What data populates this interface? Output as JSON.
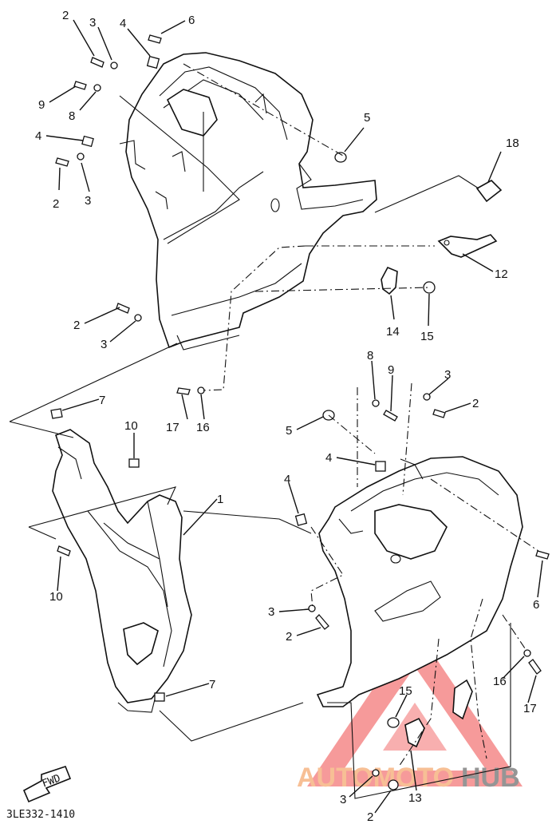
{
  "diagram": {
    "part_code": "3LE332-1410",
    "direction_label": "FWD",
    "watermark": {
      "text_left": "AUTOMOTO",
      "text_right": "HUB",
      "color_left": "#f7b98a",
      "color_right": "#8a8a8a",
      "triangle_color": "#f26b6b"
    },
    "callouts": [
      {
        "id": "c2a",
        "text": "2"
      },
      {
        "id": "c3a",
        "text": "3"
      },
      {
        "id": "c4a",
        "text": "4"
      },
      {
        "id": "c6a",
        "text": "6"
      },
      {
        "id": "c9a",
        "text": "9"
      },
      {
        "id": "c8a",
        "text": "8"
      },
      {
        "id": "c4b",
        "text": "4"
      },
      {
        "id": "c2b",
        "text": "2"
      },
      {
        "id": "c3b",
        "text": "3"
      },
      {
        "id": "c5a",
        "text": "5"
      },
      {
        "id": "c18",
        "text": "18"
      },
      {
        "id": "c12",
        "text": "12"
      },
      {
        "id": "c14",
        "text": "14"
      },
      {
        "id": "c15a",
        "text": "15"
      },
      {
        "id": "c2c",
        "text": "2"
      },
      {
        "id": "c3c",
        "text": "3"
      },
      {
        "id": "c7a",
        "text": "7"
      },
      {
        "id": "c17a",
        "text": "17"
      },
      {
        "id": "c16a",
        "text": "16"
      },
      {
        "id": "c10a",
        "text": "10"
      },
      {
        "id": "c1",
        "text": "1"
      },
      {
        "id": "c10b",
        "text": "10"
      },
      {
        "id": "c7b",
        "text": "7"
      },
      {
        "id": "c8b",
        "text": "8"
      },
      {
        "id": "c9b",
        "text": "9"
      },
      {
        "id": "c3d",
        "text": "3"
      },
      {
        "id": "c2d",
        "text": "2"
      },
      {
        "id": "c5b",
        "text": "5"
      },
      {
        "id": "c4c",
        "text": "4"
      },
      {
        "id": "c4d",
        "text": "4"
      },
      {
        "id": "c6b",
        "text": "6"
      },
      {
        "id": "c3e",
        "text": "3"
      },
      {
        "id": "c2e",
        "text": "2"
      },
      {
        "id": "c16b",
        "text": "16"
      },
      {
        "id": "c17b",
        "text": "17"
      },
      {
        "id": "c15b",
        "text": "15"
      },
      {
        "id": "c13",
        "text": "13"
      },
      {
        "id": "c3f",
        "text": "3"
      },
      {
        "id": "c2f",
        "text": "2"
      }
    ]
  }
}
